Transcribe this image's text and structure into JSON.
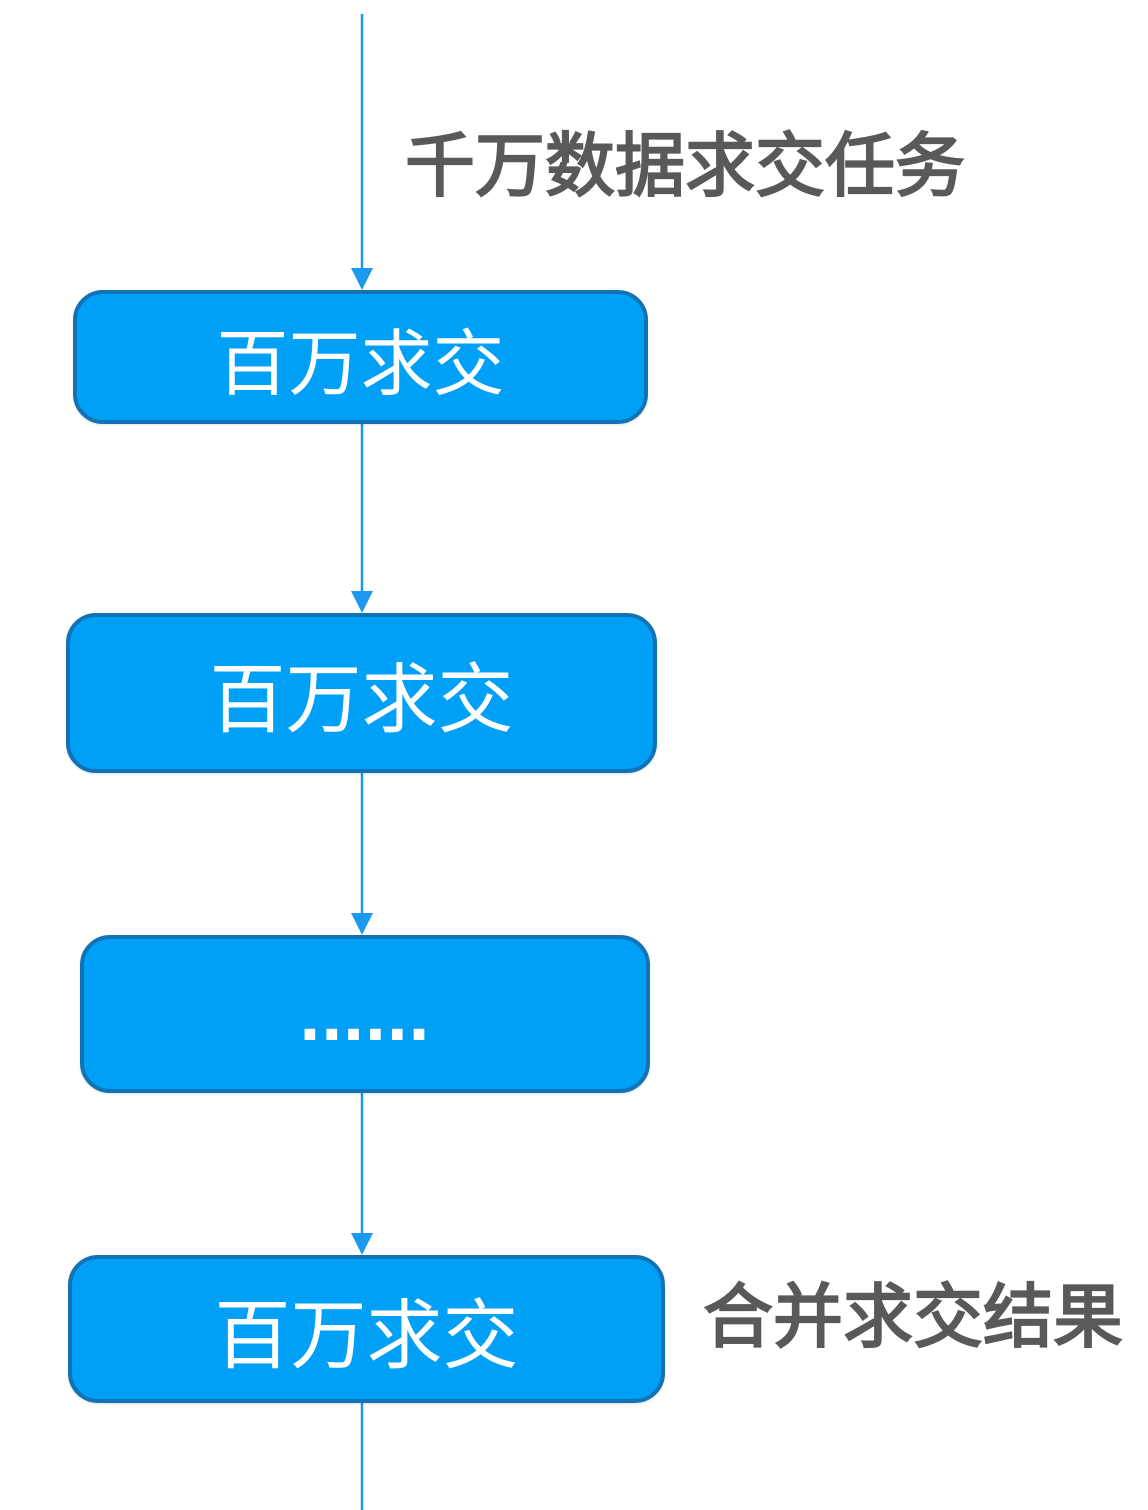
{
  "diagram": {
    "title": "千万数据求交任务",
    "nodes": [
      {
        "label": "百万求交"
      },
      {
        "label": "百万求交"
      },
      {
        "label": "......"
      },
      {
        "label": "百万求交"
      }
    ],
    "annotation": "合并求交结果",
    "colors": {
      "node_fill": "#01A0F7",
      "node_border": "#1173B5",
      "connector": "#1A99EE",
      "node_text": "#FFFFFF",
      "heading_text": "#595959"
    }
  }
}
